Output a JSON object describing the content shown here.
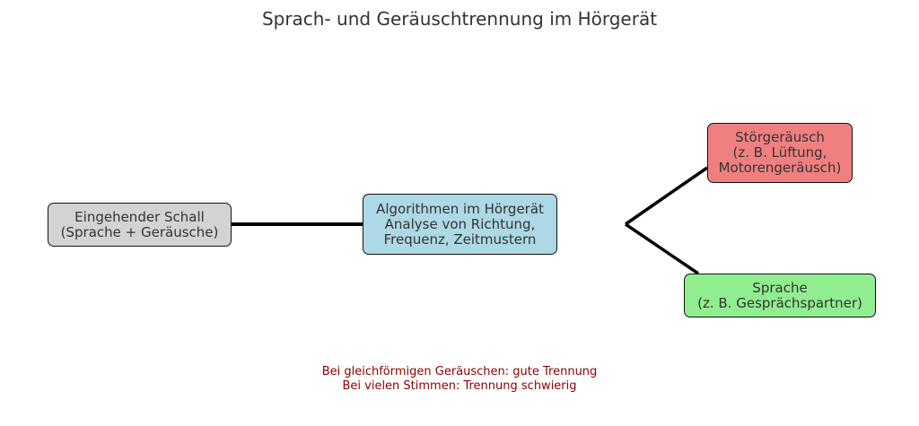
{
  "title": "Sprach- und Geräuschtrennung im Hörgerät",
  "nodes": {
    "input": {
      "lines": [
        "Eingehender Schall",
        "(Sprache + Geräusche)"
      ],
      "color": "#d3d3d3"
    },
    "algorithm": {
      "lines": [
        "Algorithmen im Hörgerät",
        "Analyse von Richtung,",
        "Frequenz, Zeitmustern"
      ],
      "color": "#add8e6"
    },
    "noise": {
      "lines": [
        "Störgeräusch",
        "(z. B. Lüftung,",
        "Motorengeräusch)"
      ],
      "color": "#f08080"
    },
    "speech": {
      "lines": [
        "Sprache",
        "(z. B. Gesprächspartner)"
      ],
      "color": "#90ee90"
    }
  },
  "note": {
    "lines": [
      "Bei gleichförmigen Geräuschen: gute Trennung",
      "Bei vielen Stimmen: Trennung schwierig"
    ],
    "color": "#8b0000"
  }
}
